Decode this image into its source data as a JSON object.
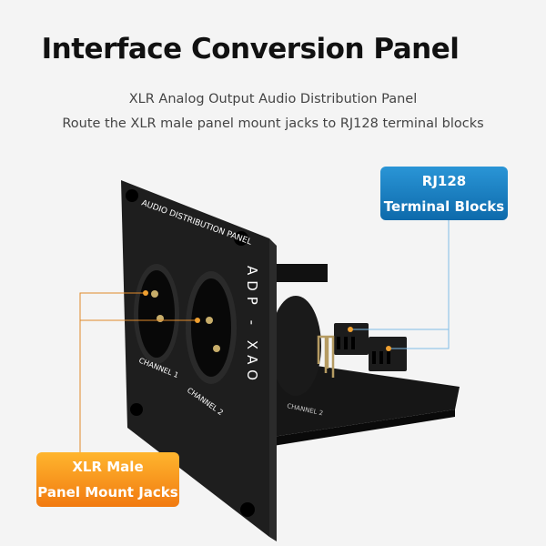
{
  "header": {
    "title": "Interface Conversion Panel",
    "subtitle_line1": "XLR Analog Output Audio Distribution Panel",
    "subtitle_line2": "Route the XLR male panel mount jacks to RJ128 terminal blocks"
  },
  "product": {
    "panel_label": "AUDIO DISTRIBUTION PANEL",
    "model": "ADP - XAO",
    "channel1": "CHANNEL 1",
    "channel2": "CHANNEL 2",
    "pcb_label": "CHANNEL 2"
  },
  "callouts": {
    "rj128": {
      "line1": "RJ128",
      "line2": "Terminal Blocks",
      "color": "#1a7fc2"
    },
    "xlr": {
      "line1": "XLR Male",
      "line2": "Panel Mount Jacks",
      "color": "#f5961c"
    }
  }
}
